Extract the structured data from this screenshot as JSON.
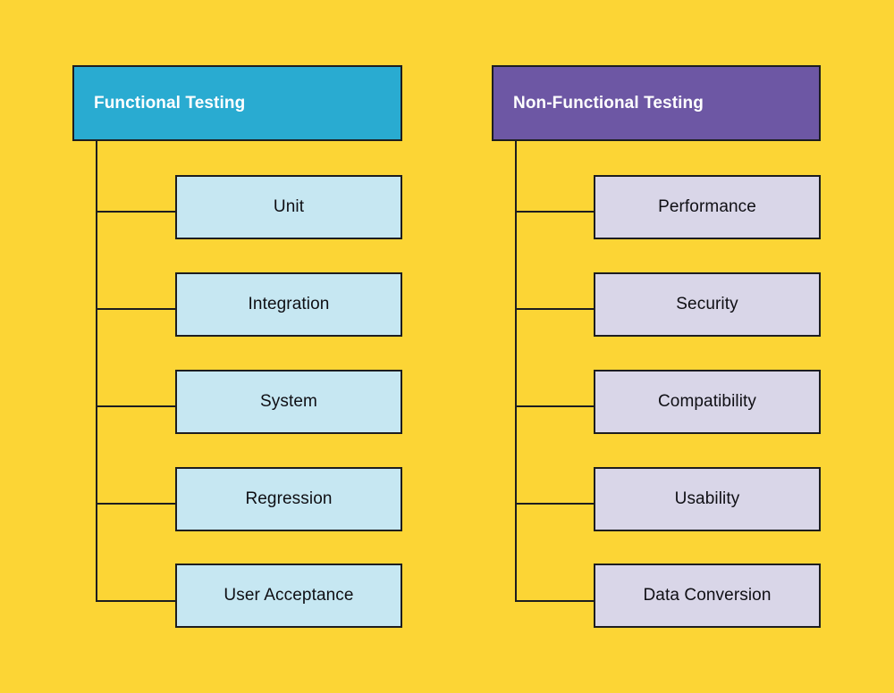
{
  "diagram": {
    "title_visible": false,
    "background_color": "#fcd535",
    "line_color": "#1d1d1f",
    "branches": [
      {
        "key": "functional",
        "header": {
          "label": "Functional Testing",
          "fill": "#29abd1",
          "text_color": "#ffffff"
        },
        "children_fill": "#c6e7f2",
        "children_text_color": "#0f0f14",
        "children": [
          {
            "label": "Unit"
          },
          {
            "label": "Integration"
          },
          {
            "label": "System"
          },
          {
            "label": "Regression"
          },
          {
            "label": "User Acceptance"
          }
        ]
      },
      {
        "key": "nonfunctional",
        "header": {
          "label": "Non-Functional Testing",
          "fill": "#6d57a4",
          "text_color": "#ffffff"
        },
        "children_fill": "#d9d6e8",
        "children_text_color": "#0f0f14",
        "children": [
          {
            "label": "Performance"
          },
          {
            "label": "Security"
          },
          {
            "label": "Compatibility"
          },
          {
            "label": "Usability"
          },
          {
            "label": "Data Conversion"
          }
        ]
      }
    ]
  }
}
